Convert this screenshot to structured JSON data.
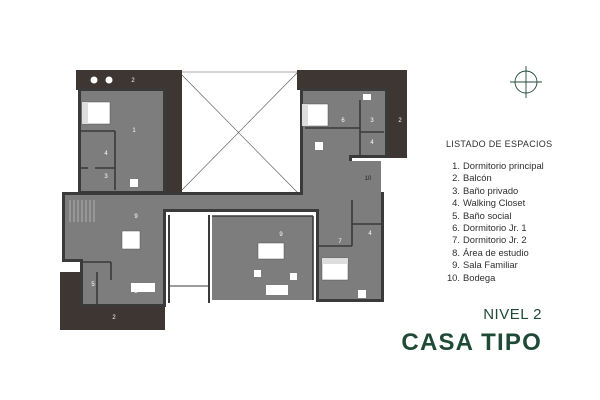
{
  "legend": {
    "title": "LISTADO DE ESPACIOS",
    "items": [
      {
        "num": "1.",
        "label": "Dormitorio principal"
      },
      {
        "num": "2.",
        "label": "Balcón"
      },
      {
        "num": "3.",
        "label": "Baño privado"
      },
      {
        "num": "4.",
        "label": "Walking Closet"
      },
      {
        "num": "5.",
        "label": "Baño social"
      },
      {
        "num": "6.",
        "label": "Dormitorio Jr. 1"
      },
      {
        "num": "7.",
        "label": "Dormitorio Jr. 2"
      },
      {
        "num": "8.",
        "label": "Área de estudio"
      },
      {
        "num": "9.",
        "label": "Sala Familiar"
      },
      {
        "num": "10.",
        "label": "Bodega"
      }
    ]
  },
  "level_label": "NIVEL 2",
  "house_name": "CASA TIPO",
  "room_labels": {
    "r1": "1",
    "r2a": "2",
    "r2b": "2",
    "r2c": "2",
    "r3a": "3",
    "r3b": "3",
    "r4a": "4",
    "r4b": "4",
    "r4c": "4",
    "r5": "5",
    "r6": "6",
    "r7": "7",
    "r8": "8",
    "r9a": "9",
    "r9b": "9",
    "r10": "10"
  },
  "colors": {
    "brand": "#1f4a36",
    "floor": "#7d7d7d",
    "deck": "#3e3632",
    "wall": "#3a3a3a"
  }
}
